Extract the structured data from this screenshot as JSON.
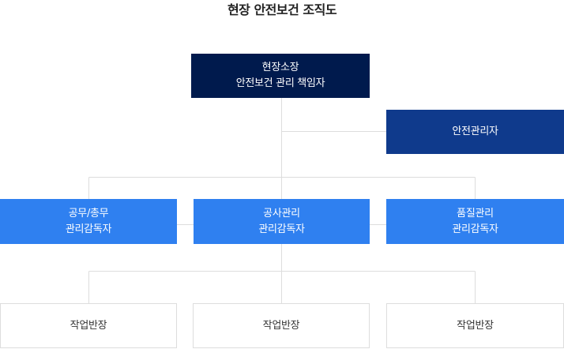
{
  "title": "현장 안전보건 조직도",
  "head": {
    "line1": "현장소장",
    "line2": "안전보건 관리 책임자"
  },
  "safety_manager": {
    "label": "안전관리자"
  },
  "supervisors": [
    {
      "line1": "공무/총무",
      "line2": "관리감독자"
    },
    {
      "line1": "공사관리",
      "line2": "관리감독자"
    },
    {
      "line1": "품질관리",
      "line2": "관리감독자"
    }
  ],
  "foremen": [
    {
      "label": "작업반장"
    },
    {
      "label": "작업반장"
    },
    {
      "label": "작업반장"
    }
  ],
  "colors": {
    "head": "#001a4d",
    "safety_manager": "#0f3a8c",
    "supervisor": "#2f80f0",
    "connector": "#dddddd"
  }
}
